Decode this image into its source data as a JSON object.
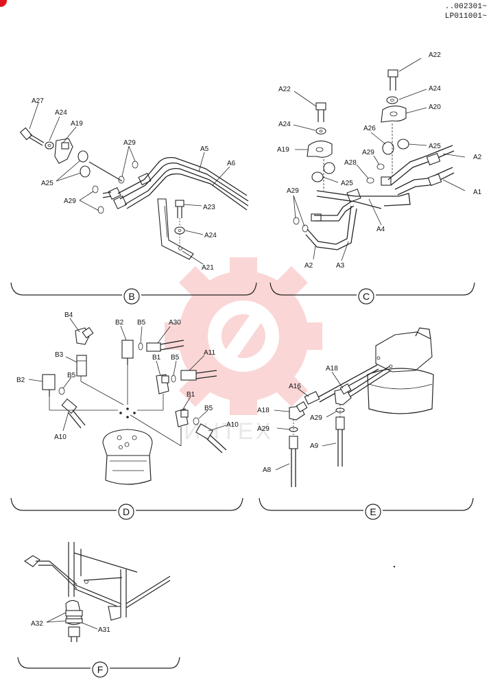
{
  "header": {
    "serial_line1": "..002301~",
    "serial_line2": "LP011001~"
  },
  "watermark": {
    "text": "ИНТЕХ",
    "color": "#f0a0a0"
  },
  "sections": {
    "B": {
      "label": "B"
    },
    "C": {
      "label": "C"
    },
    "D": {
      "label": "D"
    },
    "E": {
      "label": "E"
    },
    "F": {
      "label": "F"
    }
  },
  "labels": {
    "B": [
      "A27",
      "A24",
      "A19",
      "A25",
      "A29",
      "A29",
      "A5",
      "A6",
      "A23",
      "A24",
      "A21"
    ],
    "C": [
      "A22",
      "A22",
      "A24",
      "A24",
      "A20",
      "A26",
      "A25",
      "A19",
      "A29",
      "A28",
      "A2",
      "A1",
      "A25",
      "A29",
      "A4",
      "A2",
      "A3"
    ],
    "D": [
      "B4",
      "B2",
      "B5",
      "A30",
      "B3",
      "B1",
      "B5",
      "A11",
      "B2",
      "B5",
      "B1",
      "B5",
      "A10",
      "A10"
    ],
    "E": [
      "A18",
      "A16",
      "A18",
      "A29",
      "A29",
      "A9",
      "A8"
    ],
    "F": [
      "A32",
      "A31"
    ]
  }
}
